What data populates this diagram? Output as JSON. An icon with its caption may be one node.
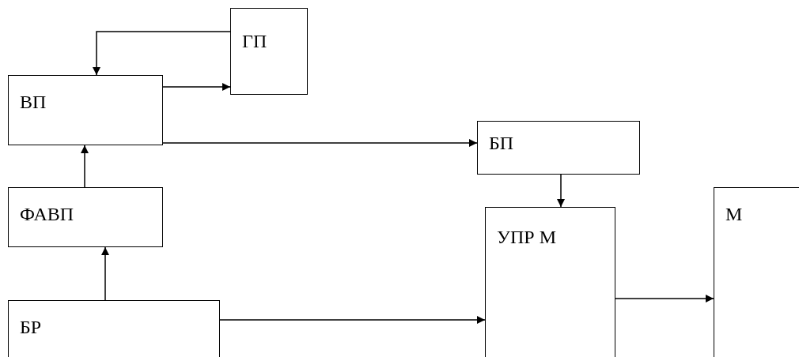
{
  "diagram": {
    "nodes": [
      {
        "text": [
          "ГП"
        ]
      },
      {
        "text": [
          "ВП"
        ]
      },
      {
        "text": [
          "БП"
        ]
      },
      {
        "text": [
          "ФАВП"
        ]
      },
      {
        "text": [
          "УПР М"
        ]
      },
      {
        "text": [
          "М"
        ]
      },
      {
        "text": [
          "БР"
        ]
      }
    ],
    "edges": [
      {
        "from": 0,
        "to": 1,
        "arrow": "to"
      },
      {
        "from": 1,
        "to": 0,
        "arrow": "to"
      },
      {
        "from": 1,
        "to": 2,
        "arrow": "to"
      },
      {
        "from": 3,
        "to": 1,
        "arrow": "to"
      },
      {
        "from": 6,
        "to": 3,
        "arrow": "to"
      },
      {
        "from": 2,
        "to": 4,
        "arrow": "to"
      },
      {
        "from": 6,
        "to": 4,
        "arrow": "to"
      },
      {
        "from": 4,
        "to": 5,
        "arrow": "to"
      }
    ]
  }
}
